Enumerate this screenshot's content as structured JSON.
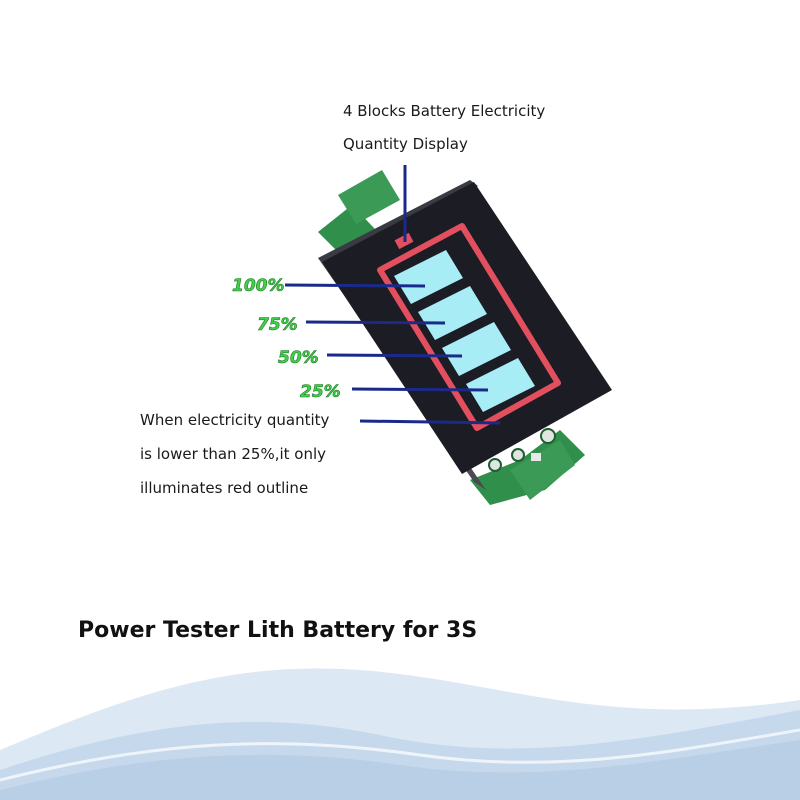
{
  "annotation_top": {
    "line1": "4 Blocks Battery Electricity",
    "line2": "Quantity Display"
  },
  "levels": [
    {
      "label": "100%"
    },
    {
      "label": "75%"
    },
    {
      "label": "50%"
    },
    {
      "label": "25%"
    }
  ],
  "annotation_low": {
    "line1": "When electricity quantity",
    "line2": "is lower than 25%,it only",
    "line3": "illuminates red outline"
  },
  "product_title": "Power Tester Lith Battery for 3S",
  "colors": {
    "level_text": "#3fd14a",
    "pointer_line": "#1a2a8a",
    "outline_red": "#e2505f",
    "segment": "#a8ecf6",
    "board": "#2f8f4b",
    "module": "#1c1c24",
    "wave_light": "#dce8f4",
    "wave_mid": "#b9cfe6"
  }
}
